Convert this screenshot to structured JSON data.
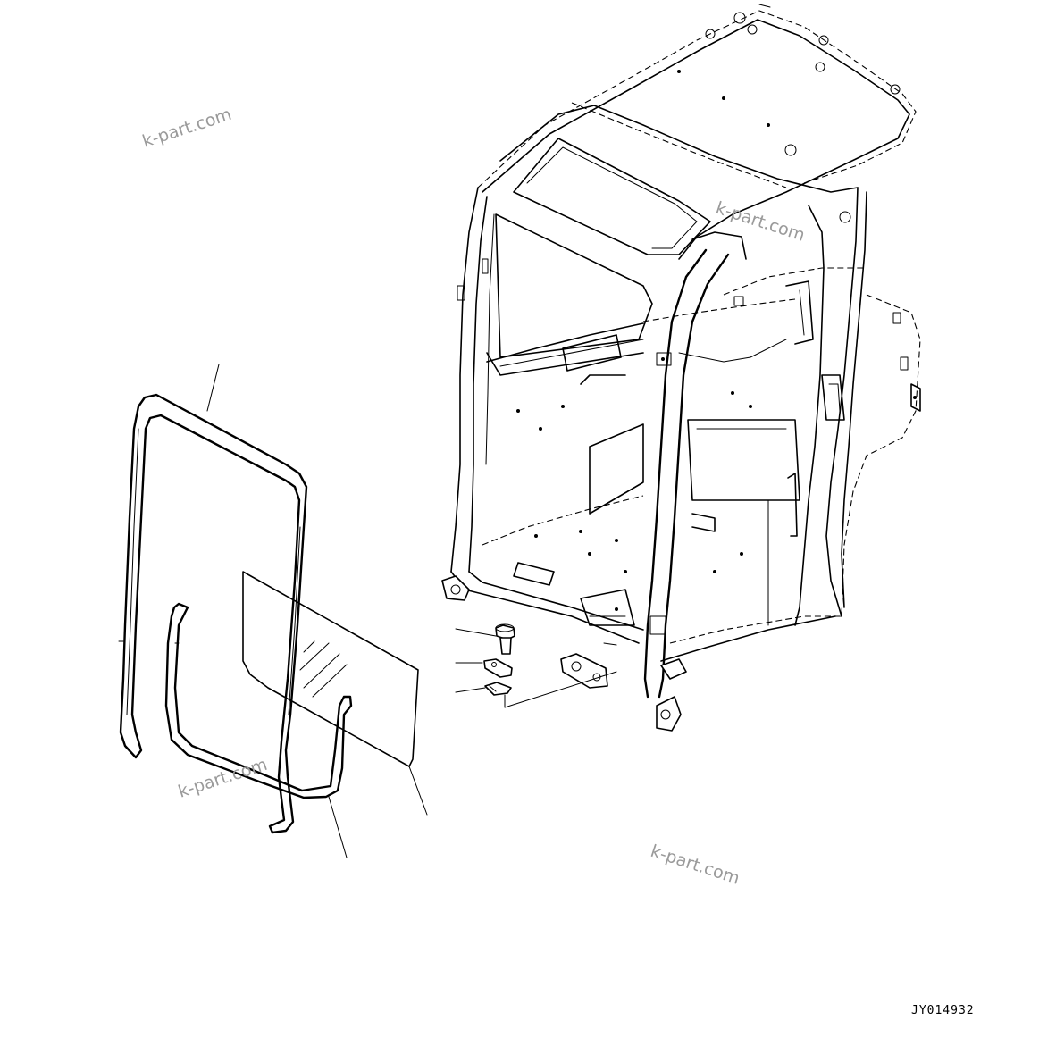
{
  "drawing": {
    "code": "JY014932",
    "watermarks": [
      "k-part.com",
      "k-part.com",
      "k-part.com",
      "k-part.com"
    ]
  },
  "parts": [
    {
      "name": "cab-frame"
    },
    {
      "name": "window-glass-seal"
    },
    {
      "name": "window-glass"
    },
    {
      "name": "lower-seal"
    },
    {
      "name": "bolt"
    },
    {
      "name": "plate"
    },
    {
      "name": "stopper"
    }
  ]
}
